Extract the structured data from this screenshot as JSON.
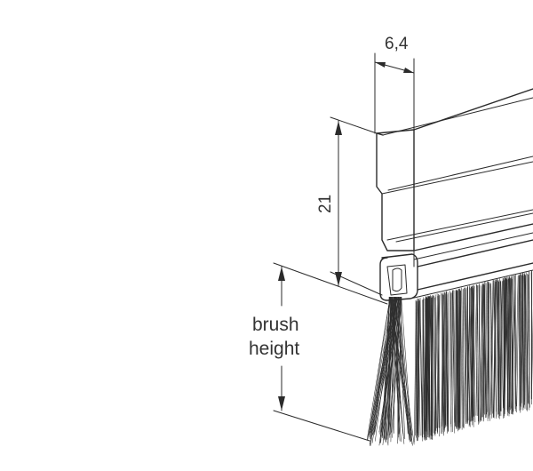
{
  "dimensions": {
    "width_label": "6,4",
    "height_label": "21",
    "brush_height_label_line1": "brush",
    "brush_height_label_line2": "height"
  },
  "colors": {
    "line": "#2b2b2b",
    "text": "#333333",
    "background": "#ffffff"
  }
}
